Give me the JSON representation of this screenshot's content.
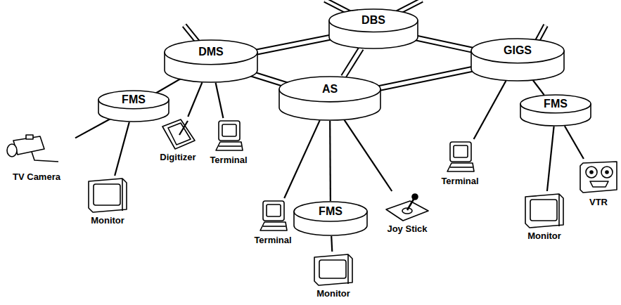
{
  "diagram": {
    "nodes": [
      {
        "text": [
          "DBS"
        ]
      },
      {
        "text": [
          "DMS"
        ]
      },
      {
        "text": [
          "GIGS"
        ]
      },
      {
        "text": [
          "AS"
        ]
      },
      {
        "text": [
          "FMS"
        ]
      },
      {
        "text": [
          "TV Camera"
        ]
      },
      {
        "text": [
          "Monitor"
        ]
      },
      {
        "text": [
          "Digitizer"
        ]
      },
      {
        "text": [
          "Terminal"
        ]
      },
      {
        "text": [
          "Terminal"
        ]
      },
      {
        "text": [
          "FMS"
        ]
      },
      {
        "text": [
          "Joy Stick"
        ]
      },
      {
        "text": [
          "Monitor"
        ]
      },
      {
        "text": [
          "Terminal"
        ]
      },
      {
        "text": [
          "FMS"
        ]
      },
      {
        "text": [
          "Monitor"
        ]
      },
      {
        "text": [
          "VTR"
        ]
      }
    ],
    "edges": [
      {
        "from": 0,
        "to": 1,
        "arrow": "none"
      },
      {
        "from": 0,
        "to": 2,
        "arrow": "none"
      },
      {
        "from": 0,
        "to": 3,
        "arrow": "none"
      },
      {
        "from": 1,
        "to": 3,
        "arrow": "none"
      },
      {
        "from": 2,
        "to": 3,
        "arrow": "none"
      },
      {
        "from": 1,
        "to": 4,
        "arrow": "none"
      },
      {
        "from": 1,
        "to": 7,
        "arrow": "none"
      },
      {
        "from": 1,
        "to": 8,
        "arrow": "none"
      },
      {
        "from": 4,
        "to": 5,
        "arrow": "none"
      },
      {
        "from": 4,
        "to": 6,
        "arrow": "none"
      },
      {
        "from": 3,
        "to": 9,
        "arrow": "none"
      },
      {
        "from": 3,
        "to": 10,
        "arrow": "none"
      },
      {
        "from": 3,
        "to": 11,
        "arrow": "none"
      },
      {
        "from": 10,
        "to": 12,
        "arrow": "none"
      },
      {
        "from": 2,
        "to": 13,
        "arrow": "none"
      },
      {
        "from": 2,
        "to": 14,
        "arrow": "none"
      },
      {
        "from": 14,
        "to": 15,
        "arrow": "none"
      },
      {
        "from": 14,
        "to": 16,
        "arrow": "none"
      }
    ]
  }
}
